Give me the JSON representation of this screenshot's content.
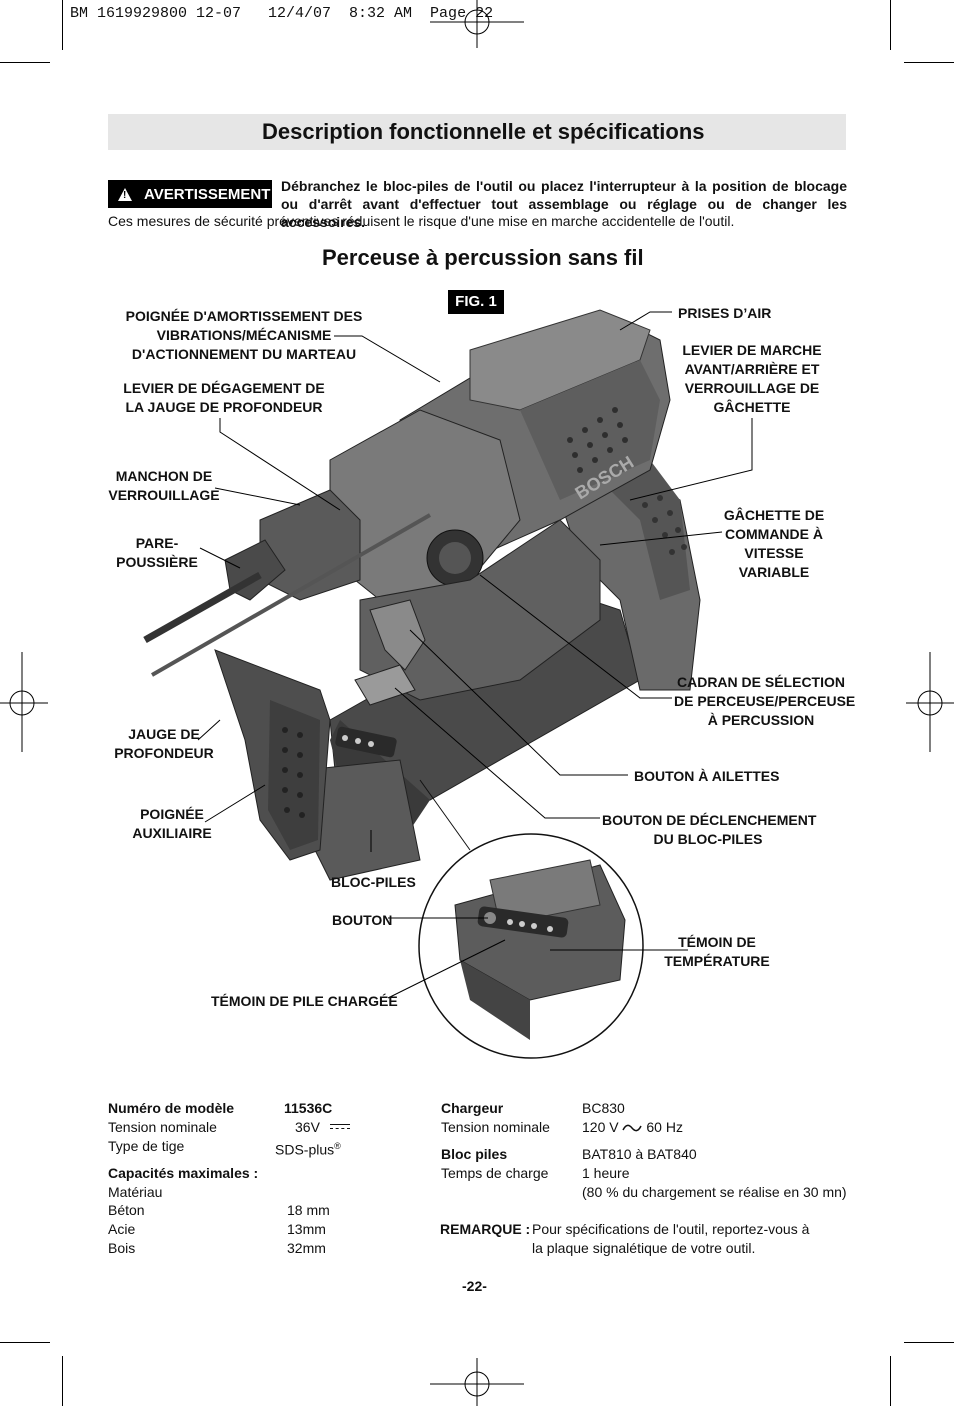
{
  "header": "BM 1619929800 12-07   12/4/07  8:32 AM  Page 22",
  "title": "Description fonctionnelle et spécifications",
  "warning": {
    "badge": "AVERTISSEMENT",
    "text": "Débranchez le bloc-piles de l'outil ou placez l'interrupteur à la position de blocage ou d'arrêt avant d'effectuer tout assemblage ou réglage ou de changer les accessoires.",
    "subtext": "Ces mesures de sécurité préventives réduisent le risque d'une mise en marche accidentelle de l'outil."
  },
  "subtitle": "Perceuse à percussion sans fil",
  "figure": {
    "label": "FIG. 1",
    "brand": "BOSCH",
    "callouts": {
      "poignee_amort": [
        "POIGNÉE D'AMORTISSEMENT DES",
        "VIBRATIONS/MÉCANISME",
        "D'ACTIONNEMENT DU MARTEAU"
      ],
      "levier_jauge": [
        "LEVIER DE DÉGAGEMENT DE",
        "LA JAUGE DE PROFONDEUR"
      ],
      "manchon": [
        "MANCHON DE",
        "VERROUILLAGE"
      ],
      "pare": [
        "PARE-",
        "POUSSIÈRE"
      ],
      "jauge": [
        "JAUGE DE",
        "PROFONDEUR"
      ],
      "poignee_aux": [
        "POIGNÉE",
        "AUXILIAIRE"
      ],
      "bloc_piles": "BLOC-PILES",
      "bouton": "BOUTON",
      "temoin_pile": "TÉMOIN DE PILE CHARGÉE",
      "prises": "PRISES D’AIR",
      "levier_marche": [
        "LEVIER DE MARCHE",
        "AVANT/ARRIÈRE ET",
        "VERROUILLAGE DE",
        "GÂCHETTE"
      ],
      "gachette": [
        "GÂCHETTE DE",
        "COMMANDE À",
        "VITESSE",
        "VARIABLE"
      ],
      "cadran": [
        "CADRAN DE SÉLECTION",
        "DE PERCEUSE/PERCEUSE",
        "À PERCUSSION"
      ],
      "bouton_ailettes": "BOUTON À AILETTES",
      "bouton_decl": [
        "BOUTON DE DÉCLENCHEMENT",
        "DU BLOC-PILES"
      ],
      "temoin_temp": [
        "TÉMOIN DE",
        "TEMPÉRATURE"
      ]
    }
  },
  "specs_left": {
    "model_label": "Numéro de modèle",
    "model_value": "11536C",
    "voltage_label": "Tension nominale",
    "voltage_value": "36V",
    "shank_label": "Type de tige",
    "shank_value": "SDS-plus",
    "shank_reg": "®",
    "capacities_label": "Capacités maximales :",
    "material_label": "Matériau",
    "rows": [
      {
        "label": "Béton",
        "value": "18 mm"
      },
      {
        "label": "Acie",
        "value": "13mm"
      },
      {
        "label": "Bois",
        "value": "32mm"
      }
    ]
  },
  "specs_right": {
    "charger_label": "Chargeur",
    "charger_value": "BC830",
    "voltage_label": "Tension nominale",
    "voltage_value_a": "120 V",
    "voltage_value_b": "60 Hz",
    "pack_label": "Bloc piles",
    "pack_value": "BAT810 à BAT840",
    "charge_label": "Temps de charge",
    "charge_value": "1 heure",
    "charge_note": "(80 % du chargement se réalise en 30 mn)",
    "note_label": "REMARQUE :",
    "note_line1": "Pour spécifications de l'outil, reportez-vous à",
    "note_line2": "la plaque signalétique de votre outil."
  },
  "page_number": "-22-"
}
